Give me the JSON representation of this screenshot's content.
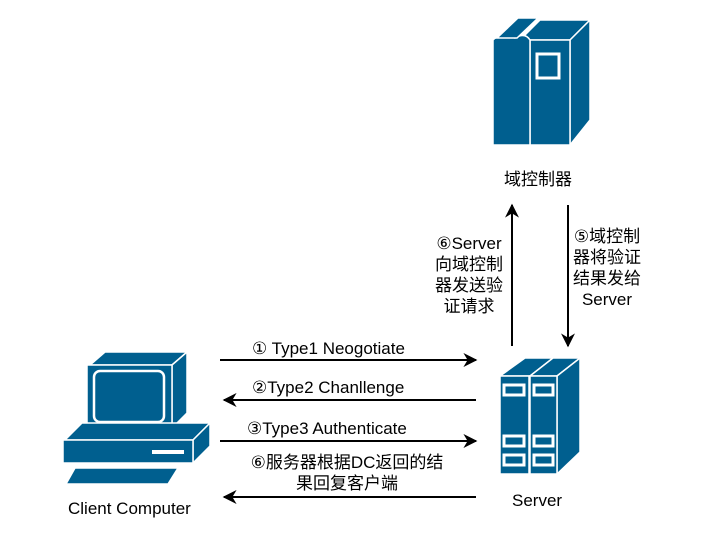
{
  "colors": {
    "device": "#005f8f",
    "device_highlight": "#ffffff",
    "arrow": "#000000"
  },
  "nodes": {
    "domain_controller": {
      "label": "域控制器",
      "icon": "domain-controller-tower-icon"
    },
    "server": {
      "label": "Server",
      "icon": "server-rack-icon"
    },
    "client": {
      "label": "Client Computer",
      "icon": "desktop-computer-icon"
    }
  },
  "messages": [
    {
      "step": "①",
      "text": "① Type1 Neogotiate",
      "from": "client",
      "to": "server"
    },
    {
      "step": "②",
      "text": "②Type2 Chanllenge",
      "from": "server",
      "to": "client"
    },
    {
      "step": "③",
      "text": "③Type3 Authenticate",
      "from": "client",
      "to": "server"
    },
    {
      "step": "⑥",
      "lines": [
        "⑥服务器根据DC返回的结",
        "果回复客户端"
      ],
      "from": "server",
      "to": "client"
    },
    {
      "step": "⑥",
      "lines": [
        "⑥Server",
        "向域控制",
        "器发送验",
        "证请求"
      ],
      "from": "server",
      "to": "domain_controller"
    },
    {
      "step": "⑤",
      "lines": [
        "⑤域控制",
        "器将验证",
        "结果发给",
        "Server"
      ],
      "from": "domain_controller",
      "to": "server"
    }
  ]
}
